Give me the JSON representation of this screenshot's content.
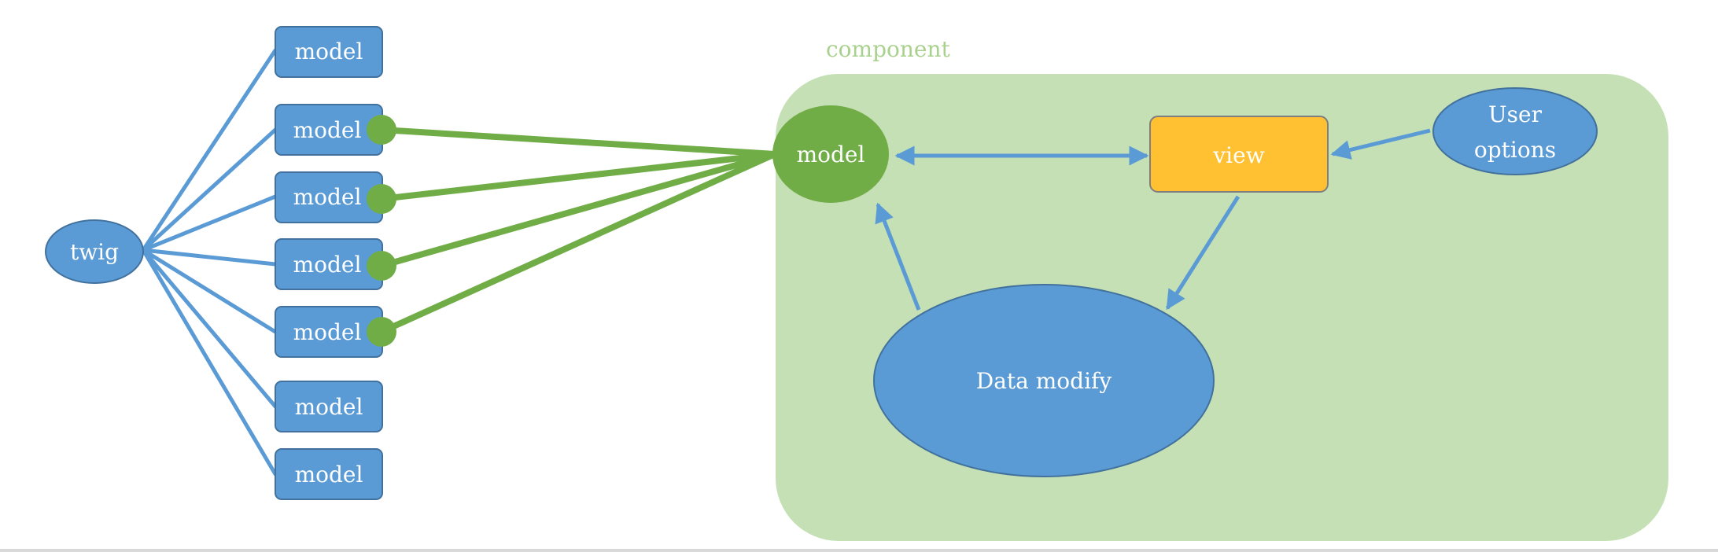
{
  "component": {
    "label": "component"
  },
  "twig": {
    "label": "twig"
  },
  "models": [
    {
      "label": "model",
      "linked": false
    },
    {
      "label": "model",
      "linked": true
    },
    {
      "label": "model",
      "linked": true
    },
    {
      "label": "model",
      "linked": true
    },
    {
      "label": "model",
      "linked": true
    },
    {
      "label": "model",
      "linked": false
    },
    {
      "label": "model",
      "linked": false
    }
  ],
  "component_model": {
    "label": "model"
  },
  "view": {
    "label": "view"
  },
  "user_options": {
    "line1": "User",
    "line2": "options"
  },
  "data_modify": {
    "label": "Data modify"
  },
  "colors": {
    "blue_fill": "#5b9bd5",
    "blue_stroke": "#41719c",
    "green_fill": "#70ad47",
    "component_bg": "#c5e0b4",
    "component_label": "#a9d18e",
    "view_fill": "#ffc032",
    "text": "#ffffff"
  }
}
